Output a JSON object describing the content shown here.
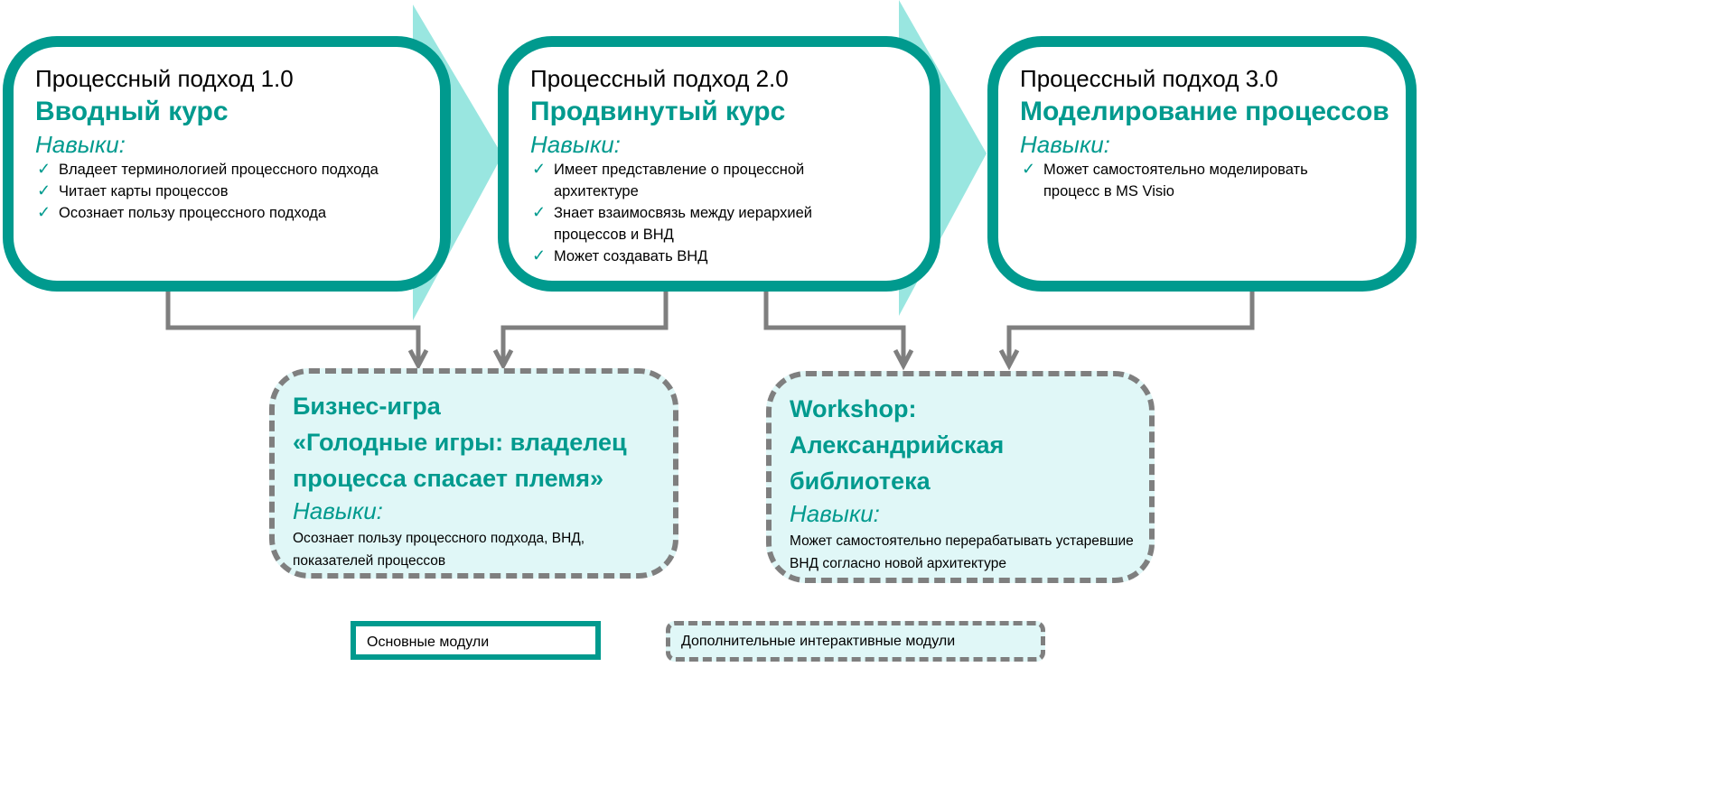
{
  "modules": [
    {
      "header": "Процессный подход 1.0",
      "title": "Вводный курс",
      "skills_label": "Навыки:",
      "skills": [
        "Владеет терминологией процессного подхода",
        "Читает карты процессов",
        "Осознает пользу процессного подхода"
      ]
    },
    {
      "header": "Процессный подход 2.0",
      "title": "Продвинутый курс",
      "skills_label": "Навыки:",
      "skills": [
        "Имеет представление о процессной архитектуре",
        "Знает взаимосвязь между иерархией процессов и ВНД",
        "Может создавать ВНД"
      ]
    },
    {
      "header": "Процессный подход 3.0",
      "title": "Моделирование процессов",
      "skills_label": "Навыки:",
      "skills": [
        "Может самостоятельно моделировать процесс в MS Visio"
      ]
    }
  ],
  "extras": [
    {
      "title_lines": [
        "Бизнес-игра",
        "«Голодные игры: владелец",
        "процесса спасает племя»"
      ],
      "skills_label": "Навыки:",
      "skills": "Осознает пользу процессного подхода, ВНД, показателей процессов"
    },
    {
      "title_lines": [
        "Workshop:",
        "Александрийская",
        "библиотека"
      ],
      "skills_label": "Навыки:",
      "skills": "Может самостоятельно перерабатывать устаревшие ВНД согласно новой архитектуре"
    }
  ],
  "legend": {
    "main": "Основные модули",
    "extra": "Дополнительные интерактивные модули"
  },
  "colors": {
    "accent": "#009a8e",
    "chevron": "#99e6e0",
    "connector": "#7f7f7f",
    "extra_fill": "#e0f7f7"
  }
}
